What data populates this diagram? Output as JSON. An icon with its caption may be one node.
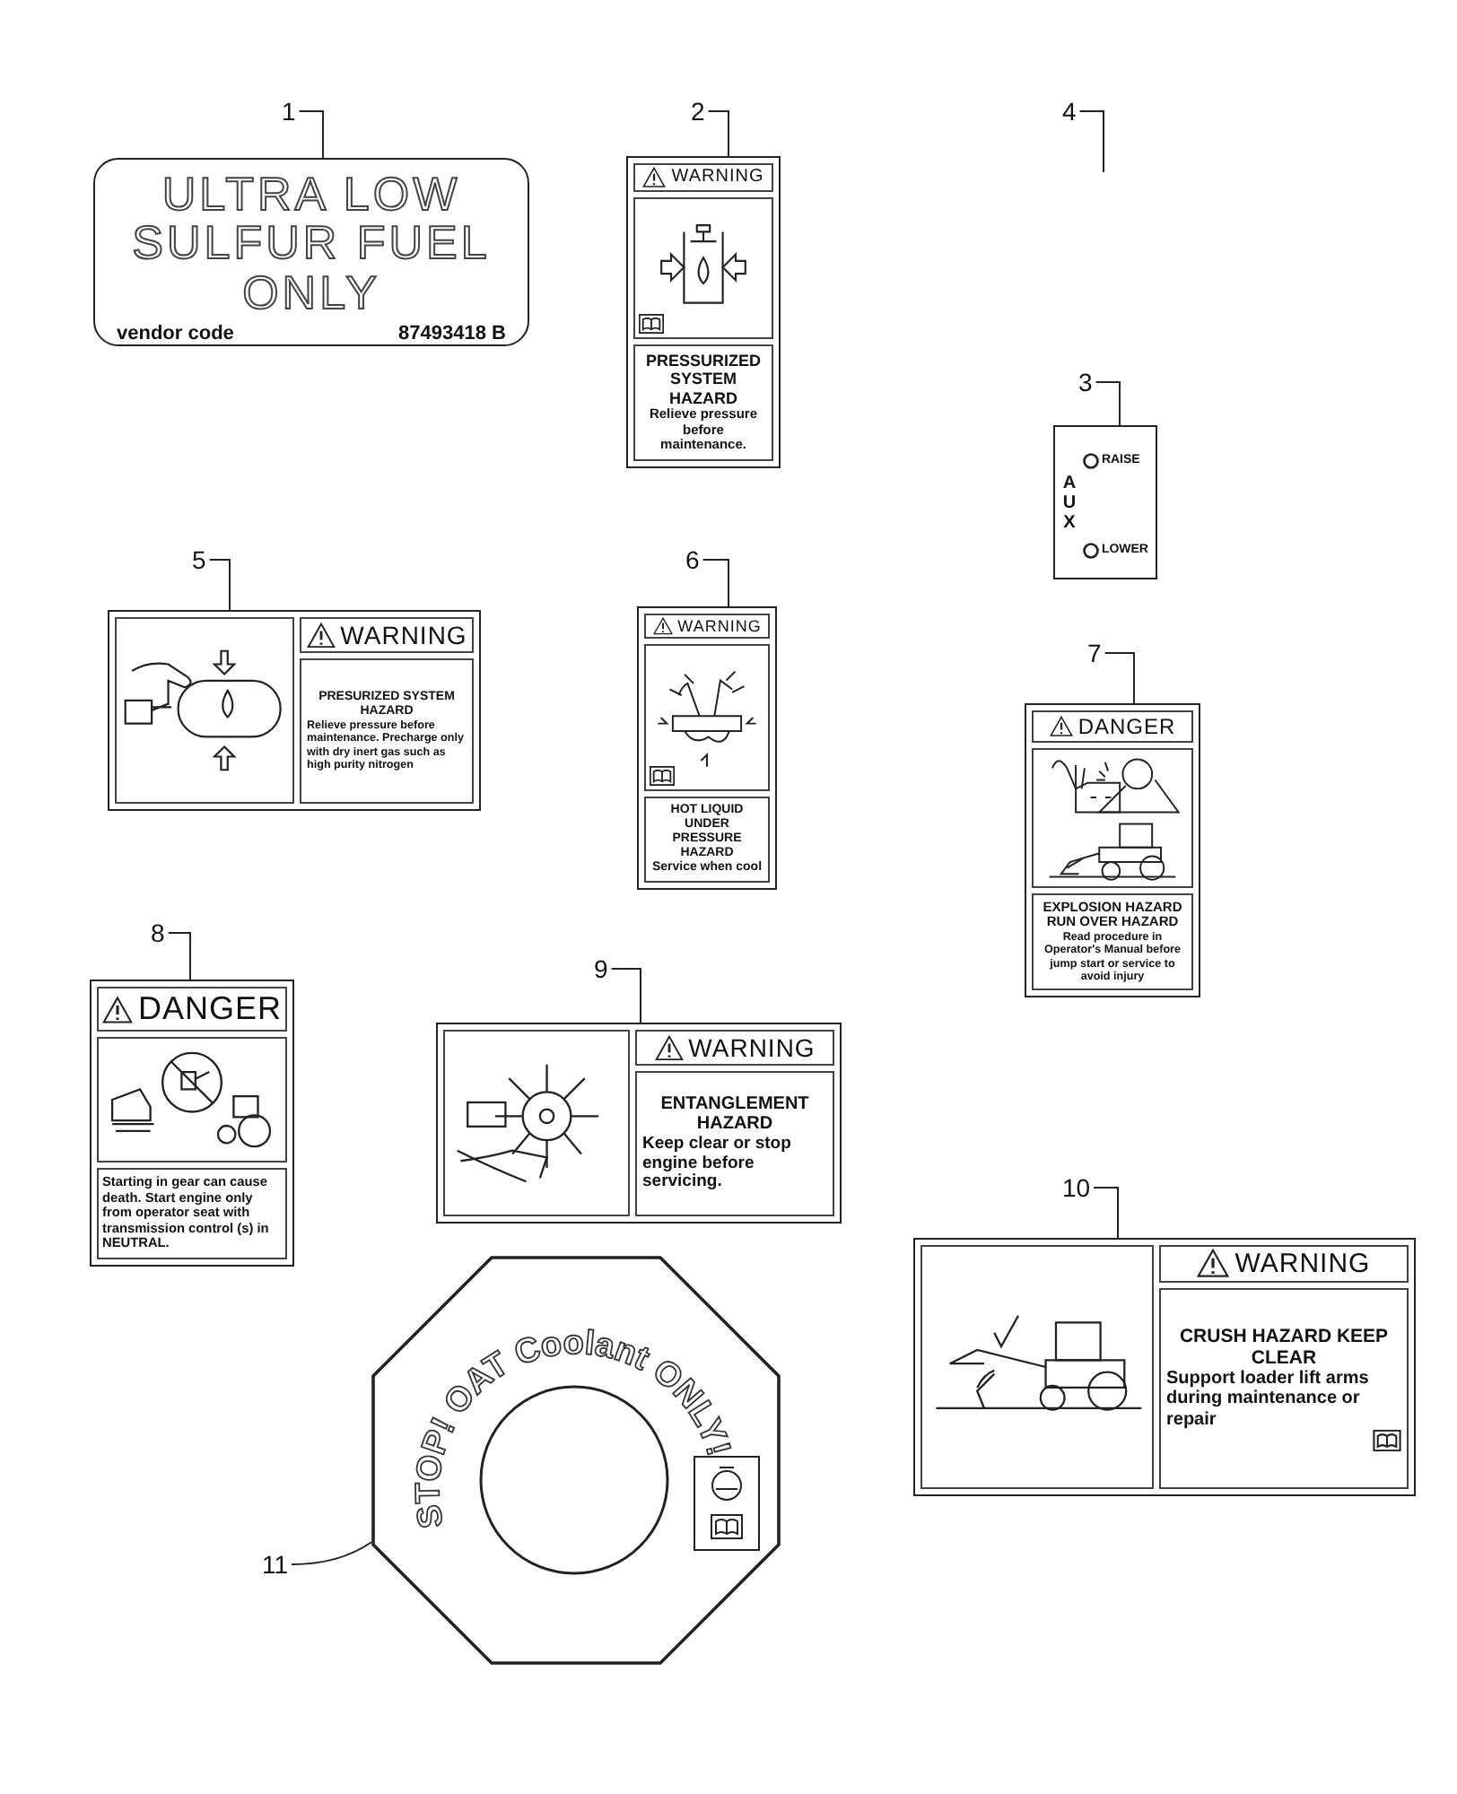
{
  "diagram": {
    "nodes": [
      {
        "text": [
          "1"
        ]
      },
      {
        "text": [
          "ULTRA LOW SULFUR FUEL ONLY",
          "vendor code",
          "87493418 B"
        ]
      },
      {
        "text": [
          "2"
        ]
      },
      {
        "text": [
          "WARNING",
          "PRESSURIZED SYSTEM HAZARD",
          "Relieve pressure before maintenance."
        ]
      },
      {
        "text": [
          "4"
        ]
      },
      {
        "text": [
          "3"
        ]
      },
      {
        "text": [
          "AUX",
          "RAISE",
          "LOWER"
        ]
      },
      {
        "text": [
          "5"
        ]
      },
      {
        "text": [
          "WARNING",
          "PRESURIZED SYSTEM HAZARD",
          "Relieve pressure before maintenance. Precharge only with dry inert gas such as high purity nitrogen"
        ]
      },
      {
        "text": [
          "6"
        ]
      },
      {
        "text": [
          "WARNING",
          "HOT LIQUID UNDER PRESSURE HAZARD",
          "Service when cool"
        ]
      },
      {
        "text": [
          "7"
        ]
      },
      {
        "text": [
          "DANGER",
          "EXPLOSION HAZARD RUN OVER HAZARD",
          "Read procedure in Operator's Manual before jump start or service to avoid injury"
        ]
      },
      {
        "text": [
          "8"
        ]
      },
      {
        "text": [
          "DANGER",
          "Starting in gear can cause death. Start engine only from operator seat with transmission control (s) in NEUTRAL."
        ]
      },
      {
        "text": [
          "9"
        ]
      },
      {
        "text": [
          "WARNING",
          "ENTANGLEMENT HAZARD",
          "Keep clear or stop engine before servicing."
        ]
      },
      {
        "text": [
          "10"
        ]
      },
      {
        "text": [
          "WARNING",
          "CRUSH HAZARD KEEP CLEAR",
          "Support loader lift arms during maintenance or repair"
        ]
      },
      {
        "text": [
          "11"
        ]
      },
      {
        "text": [
          "STOP! OAT Coolant ONLY!"
        ]
      }
    ],
    "edges": [
      {
        "from": 0,
        "to": 1,
        "arrow": "none"
      },
      {
        "from": 2,
        "to": 3,
        "arrow": "none"
      },
      {
        "from": 4,
        "to": null,
        "arrow": "none"
      },
      {
        "from": 5,
        "to": 6,
        "arrow": "none"
      },
      {
        "from": 7,
        "to": 8,
        "arrow": "none"
      },
      {
        "from": 9,
        "to": 10,
        "arrow": "none"
      },
      {
        "from": 11,
        "to": 12,
        "arrow": "none"
      },
      {
        "from": 13,
        "to": 14,
        "arrow": "none"
      },
      {
        "from": 15,
        "to": 16,
        "arrow": "none"
      },
      {
        "from": 17,
        "to": 18,
        "arrow": "none"
      },
      {
        "from": 19,
        "to": 20,
        "arrow": "none"
      }
    ]
  }
}
